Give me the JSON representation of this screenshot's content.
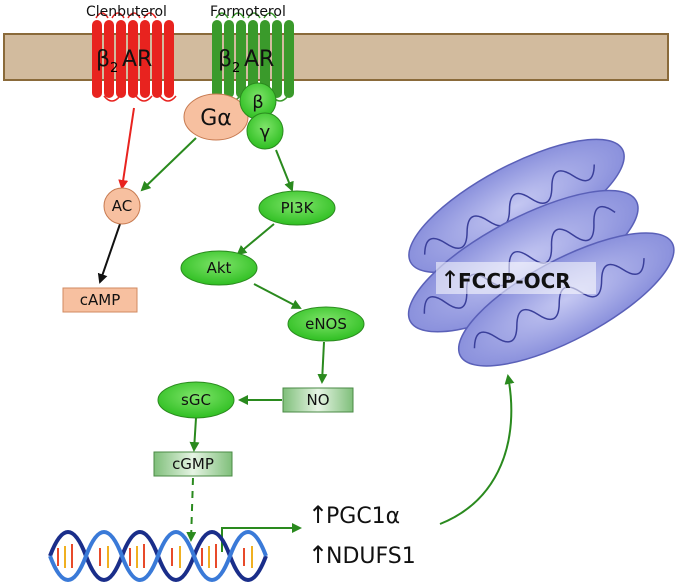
{
  "ligands": {
    "left": "Clenbuterol",
    "right": "Formoterol"
  },
  "receptors": {
    "left": {
      "beta": "β",
      "sub": "2",
      "name": "AR",
      "color": "#e8231f"
    },
    "right": {
      "beta": "β",
      "sub": "2",
      "name": "AR",
      "color": "#3a9a2b"
    }
  },
  "g_protein": {
    "alpha": "Gα",
    "beta": "β",
    "gamma": "γ"
  },
  "nodes": {
    "ac": "AC",
    "camp": "cAMP",
    "pi3k": "PI3K",
    "akt": "Akt",
    "enos": "eNOS",
    "no": "NO",
    "sgc": "sGC",
    "cgmp": "cGMP"
  },
  "outputs": {
    "up_arrow": "↑",
    "pgc1a": "PGC1α",
    "ndufs1": "NDUFS1",
    "fccp": "FCCP-OCR"
  },
  "colors": {
    "membrane": "#d2bb9e",
    "membrane_border": "#8a6a3a",
    "green_node": "#3ccf2a",
    "orange_node": "#f7c0a0",
    "green_arrow": "#2a8a1e",
    "red_arrow": "#e8231f",
    "mito_fill": "#8b90e0"
  }
}
